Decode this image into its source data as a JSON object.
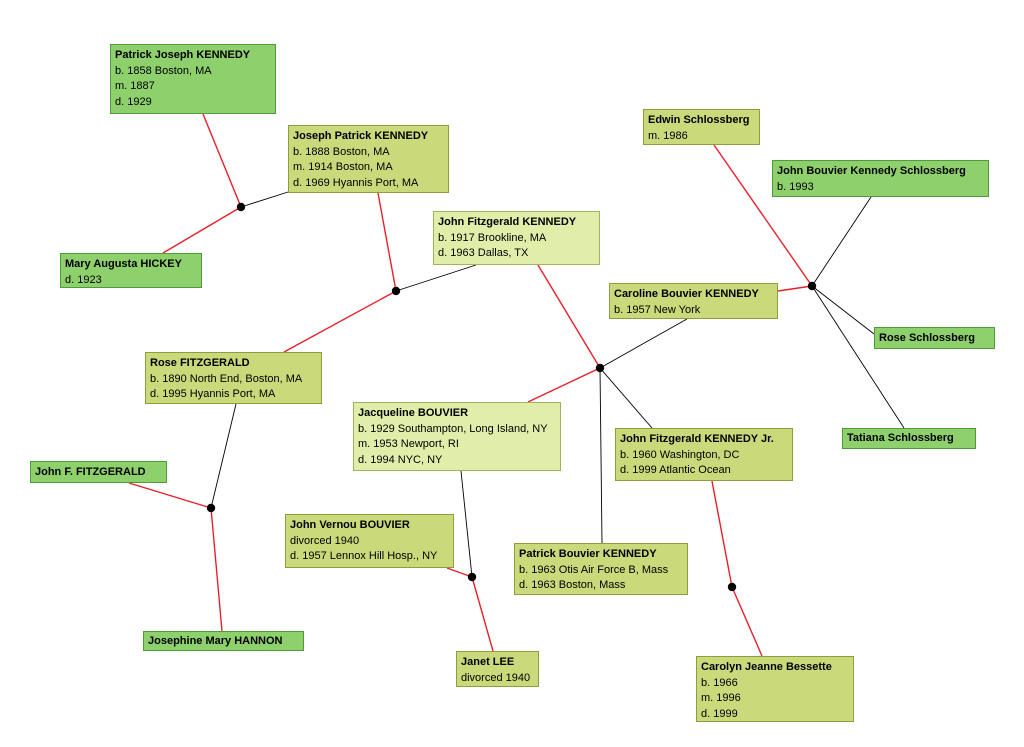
{
  "nodes": {
    "patrick_joseph": {
      "name": "Patrick Joseph KENNEDY",
      "lines": [
        "b. 1858 Boston, MA",
        "m. 1887",
        "d. 1929"
      ]
    },
    "mary_hickey": {
      "name": "Mary Augusta HICKEY",
      "lines": [
        "d. 1923"
      ]
    },
    "joseph_patrick": {
      "name": "Joseph Patrick KENNEDY",
      "lines": [
        "b. 1888 Boston, MA",
        "m. 1914 Boston, MA",
        "d. 1969 Hyannis Port, MA"
      ]
    },
    "rose_fitzgerald": {
      "name": "Rose FITZGERALD",
      "lines": [
        "b. 1890 North End, Boston, MA",
        "d. 1995 Hyannis Port, MA"
      ]
    },
    "john_f_fitzgerald": {
      "name": "John F. FITZGERALD",
      "lines": []
    },
    "josephine_hannon": {
      "name": "Josephine Mary HANNON",
      "lines": []
    },
    "jfk": {
      "name": "John Fitzgerald KENNEDY",
      "lines": [
        "b. 1917 Brookline, MA",
        "d. 1963 Dallas, TX"
      ]
    },
    "jacqueline": {
      "name": "Jacqueline BOUVIER",
      "lines": [
        "b. 1929 Southampton, Long Island, NY",
        "m. 1953 Newport, RI",
        "d. 1994 NYC, NY"
      ]
    },
    "john_vernou": {
      "name": "John Vernou BOUVIER",
      "lines": [
        "divorced 1940",
        "d. 1957 Lennox Hill Hosp., NY"
      ]
    },
    "janet_lee": {
      "name": "Janet LEE",
      "lines": [
        "divorced 1940"
      ]
    },
    "patrick_bouvier": {
      "name": "Patrick Bouvier KENNEDY",
      "lines": [
        "b. 1963 Otis Air Force B, Mass",
        "d. 1963 Boston, Mass"
      ]
    },
    "jfk_jr": {
      "name": "John Fitzgerald KENNEDY Jr.",
      "lines": [
        "b. 1960 Washington, DC",
        "d. 1999 Atlantic Ocean"
      ]
    },
    "carolyn": {
      "name": "Carolyn Jeanne Bessette",
      "lines": [
        "b. 1966",
        "m. 1996",
        "d. 1999"
      ]
    },
    "caroline": {
      "name": "Caroline Bouvier KENNEDY",
      "lines": [
        "b. 1957 New York"
      ]
    },
    "edwin": {
      "name": "Edwin Schlossberg",
      "lines": [
        "m. 1986"
      ]
    },
    "john_schlossberg": {
      "name": "John Bouvier Kennedy Schlossberg",
      "lines": [
        "b. 1993"
      ]
    },
    "rose_schlossberg": {
      "name": "Rose Schlossberg",
      "lines": []
    },
    "tatiana": {
      "name": "Tatiana Schlossberg",
      "lines": []
    }
  },
  "colors": {
    "spouse_edge": "#e8202a",
    "child_edge": "#000000",
    "family_dot": "#000000",
    "node_dark_green": "#8ed06c",
    "node_olive": "#cad97a",
    "node_light": "#e1eeaa"
  }
}
